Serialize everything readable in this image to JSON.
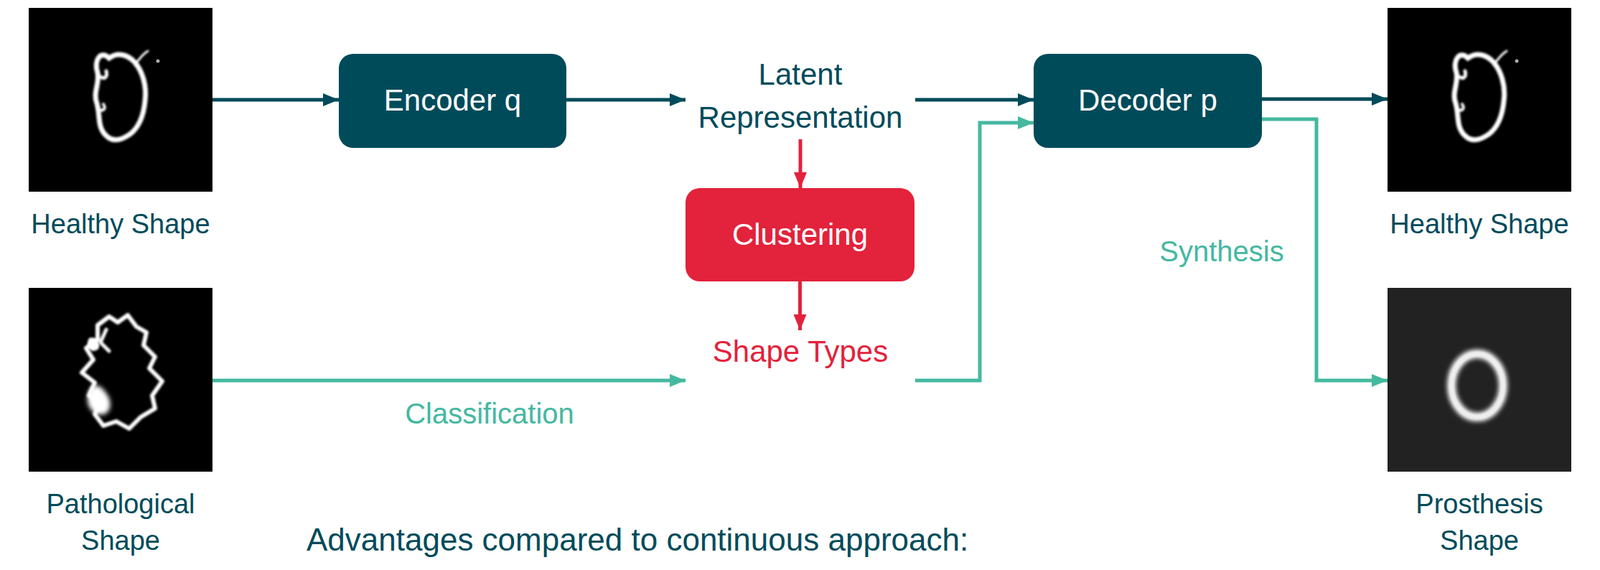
{
  "diagram": {
    "nodes": [
      {
        "text": [
          "Healthy Shape"
        ]
      },
      {
        "text": [
          "Encoder q"
        ]
      },
      {
        "text": [
          "Latent Representation"
        ]
      },
      {
        "text": [
          "Decoder p"
        ]
      },
      {
        "text": [
          "Healthy Shape"
        ]
      },
      {
        "text": [
          "Clustering"
        ]
      },
      {
        "text": [
          "Pathological Shape"
        ]
      },
      {
        "text": [
          "Shape Types"
        ]
      },
      {
        "text": [
          "Prosthesis Shape"
        ]
      }
    ],
    "edges": [
      {
        "from": 0,
        "to": 1,
        "arrow": "to"
      },
      {
        "from": 1,
        "to": 2,
        "arrow": "to"
      },
      {
        "from": 2,
        "to": 3,
        "arrow": "to"
      },
      {
        "from": 3,
        "to": 4,
        "arrow": "to"
      },
      {
        "from": 2,
        "to": 5,
        "arrow": "to"
      },
      {
        "from": 5,
        "to": 7,
        "arrow": "to"
      },
      {
        "from": 6,
        "to": 7,
        "label": "Classification",
        "arrow": "to"
      },
      {
        "from": 7,
        "to": 3,
        "arrow": "to"
      },
      {
        "from": 3,
        "to": 8,
        "label": "Synthesis",
        "arrow": "to"
      }
    ],
    "labels": [
      "Advantages compared to continuous approach:"
    ]
  }
}
